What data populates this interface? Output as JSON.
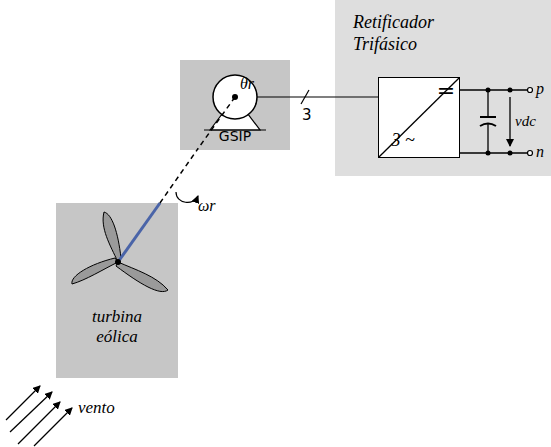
{
  "diagram": {
    "nodes": [
      {
        "text": [
          "turbina eólica"
        ]
      },
      {
        "text": [
          "GSIP"
        ]
      },
      {
        "text": [
          "Retificador Trifásico"
        ]
      },
      {
        "text": [
          "=",
          "3 ~"
        ],
        "in": 2
      }
    ],
    "edges": [
      {
        "from": 0,
        "to": 1,
        "arrow": "none",
        "label": "ωr"
      },
      {
        "from": 1,
        "to": 3,
        "arrow": "none",
        "label": "3"
      }
    ],
    "labels": [
      "θr",
      "p",
      "n",
      "vdc",
      "vento"
    ]
  }
}
